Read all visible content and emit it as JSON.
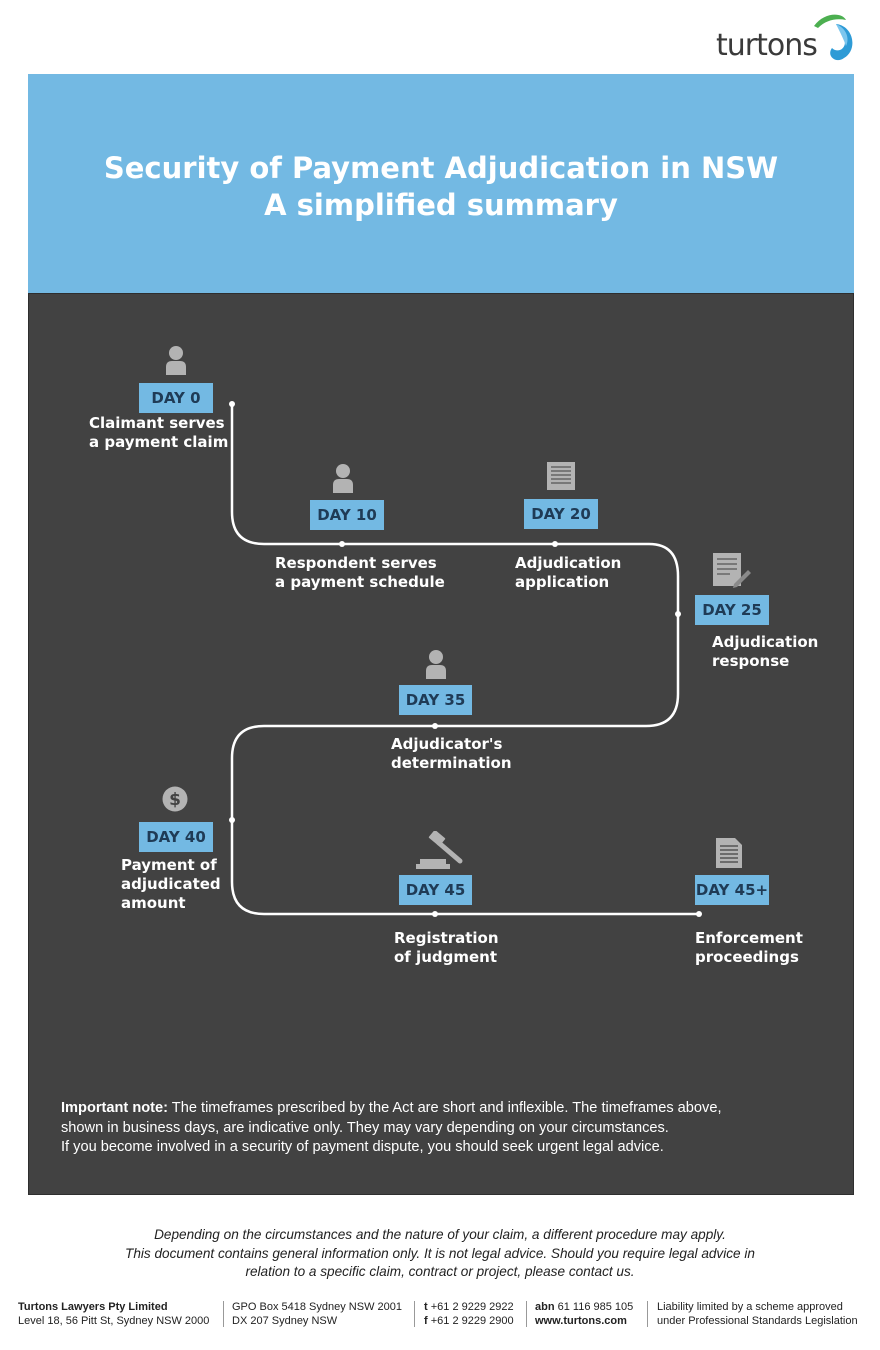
{
  "brand": {
    "name": "turtons",
    "accent": "#73b9e3",
    "panel": "#424242"
  },
  "header": {
    "title_line1": "Security of Payment Adjudication in NSW",
    "title_line2": "A simplified summary"
  },
  "steps": [
    {
      "day": "DAY 0",
      "label": "Claimant serves\na payment claim",
      "icon": "person-icon"
    },
    {
      "day": "DAY 10",
      "label": "Respondent serves\na payment schedule",
      "icon": "person-icon"
    },
    {
      "day": "DAY 20",
      "label": "Adjudication\napplication",
      "icon": "document-icon"
    },
    {
      "day": "DAY 25",
      "label": "Adjudication\nresponse",
      "icon": "document-pen-icon"
    },
    {
      "day": "DAY 35",
      "label": "Adjudicator's\ndetermination",
      "icon": "person-icon"
    },
    {
      "day": "DAY 40",
      "label": "Payment of\nadjudicated\namount",
      "icon": "dollar-icon"
    },
    {
      "day": "DAY 45",
      "label": "Registration\nof judgment",
      "icon": "gavel-icon"
    },
    {
      "day": "DAY 45+",
      "label": "Enforcement\nproceedings",
      "icon": "document-icon"
    }
  ],
  "note": {
    "lead": "Important note:",
    "line1": " The timeframes prescribed by the Act are short and inflexible. The timeframes above,",
    "line2": "shown in business days, are indicative only. They may vary depending on your circumstances.",
    "line3": "If you become involved in a security of payment dispute, you should seek urgent legal advice."
  },
  "disclaimer": {
    "line1": "Depending on the circumstances and the nature of your claim, a different procedure may apply.",
    "line2": "This document contains general information only. It is not legal advice. Should you require legal advice in",
    "line3": "relation to a specific claim, contract or project, please contact us."
  },
  "footer": {
    "company": "Turtons Lawyers Pty Limited",
    "address": "Level 18, 56 Pitt St, Sydney NSW 2000",
    "gpo": "GPO Box 5418 Sydney NSW 2001",
    "dx": "DX 207 Sydney NSW",
    "t_label": "t",
    "phone": "+61 2 9229 2922",
    "f_label": "f",
    "fax": "+61 2 9229 2900",
    "abn_label": "abn",
    "abn": "61 116 985 105",
    "web": "www.turtons.com",
    "liability1": "Liability limited by a scheme approved",
    "liability2": "under Professional Standards Legislation"
  }
}
